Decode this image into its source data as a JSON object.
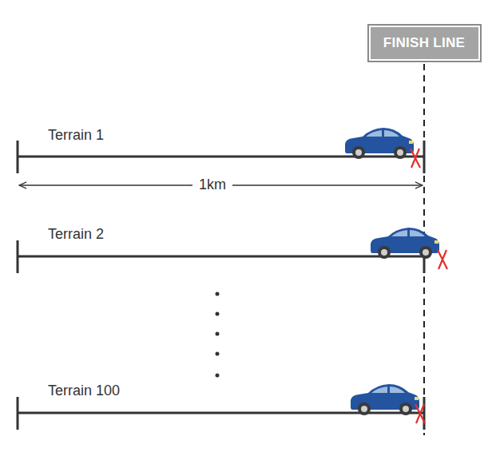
{
  "diagram": {
    "nodes": [
      {
        "text": [
          "FINISH LINE"
        ]
      }
    ],
    "labels": [
      "Terrain 1",
      "1km",
      "Terrain 2",
      "Terrain 100"
    ]
  }
}
